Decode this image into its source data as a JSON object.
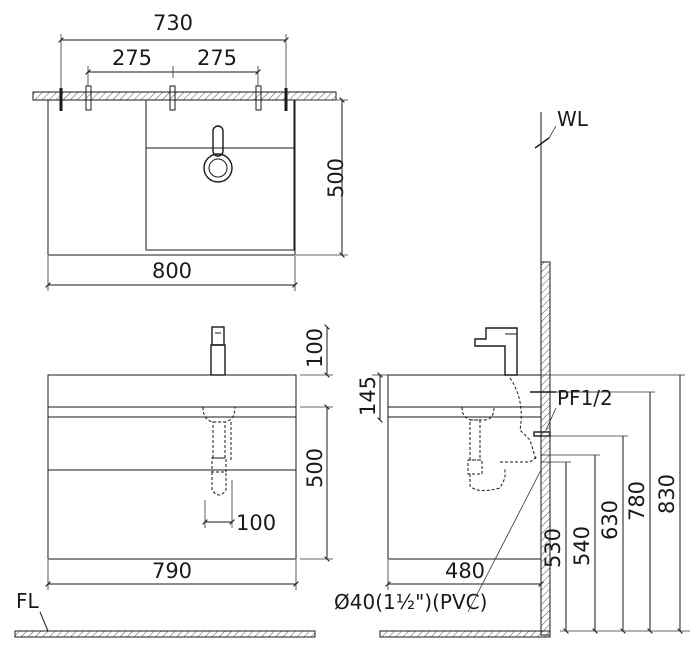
{
  "dimensions": {
    "top_width": "730",
    "top_spacing_left": "275",
    "top_spacing_right": "275",
    "top_depth": "500",
    "top_overall": "800",
    "front_faucet": "100",
    "front_body": "500",
    "front_drain_offset": "100",
    "front_width": "790",
    "side_top": "145",
    "side_depth": "480",
    "side_h530": "530",
    "side_h540": "540",
    "side_h630": "630",
    "side_h780": "780",
    "side_h830": "830"
  },
  "labels": {
    "water_line": "WL",
    "floor_line": "FL",
    "supply": "PF1/2",
    "drain_pipe": "Ø40(1½\")(PVC)"
  }
}
